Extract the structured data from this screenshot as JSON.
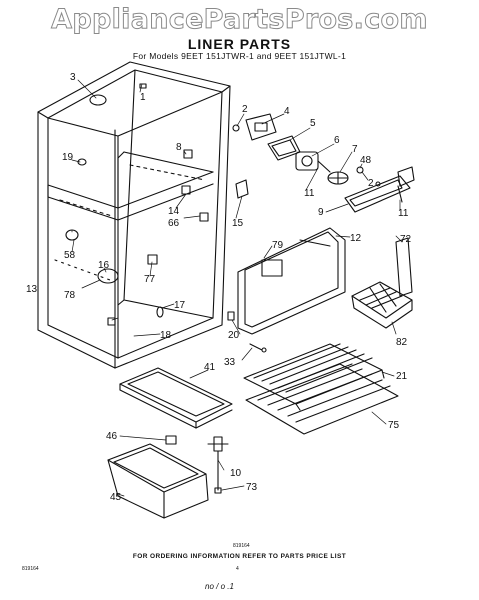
{
  "watermark": "AppliancePartsPros.com",
  "title": "LINER PARTS",
  "models": "For Models 9EET 151JTWR-1 and 9EET 151JTWL-1",
  "callouts": {
    "n1": "1",
    "n2": "2",
    "n2b": "2",
    "n3": "3",
    "n4": "4",
    "n5": "5",
    "n6": "6",
    "n7": "7",
    "n8": "8",
    "n9": "9",
    "n10": "10",
    "n11": "11",
    "n11b": "11",
    "n12": "12",
    "n13": "13",
    "n14": "14",
    "n15": "15",
    "n16": "16",
    "n17": "17",
    "n18": "18",
    "n19": "19",
    "n20": "20",
    "n21": "21",
    "n33": "33",
    "n41": "41",
    "n45": "45",
    "n46": "46",
    "n48": "48",
    "n58": "58",
    "n66": "66",
    "n72": "72",
    "n73": "73",
    "n75": "75",
    "n77": "77",
    "n78": "78",
    "n79": "79",
    "n82": "82"
  },
  "figure_number": "819164",
  "footer": "FOR ORDERING INFORMATION REFER TO PARTS PRICE LIST",
  "part_number": "819164",
  "page_number": "4",
  "handwritten": "no / o .1"
}
